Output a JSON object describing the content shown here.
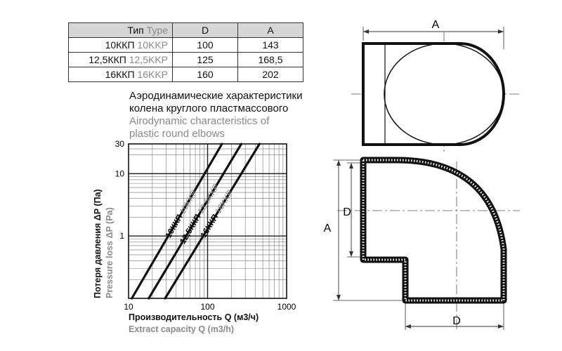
{
  "table": {
    "header": {
      "type_ru": "Тип",
      "type_en": "Type",
      "d": "D",
      "a": "A"
    },
    "rows": [
      {
        "type_ru": "10ККП",
        "type_en": "10KKP",
        "d": "100",
        "a": "143"
      },
      {
        "type_ru": "12,5ККП",
        "type_en": "12,5KKP",
        "d": "125",
        "a": "168,5"
      },
      {
        "type_ru": "16ККП",
        "type_en": "16KKP",
        "d": "160",
        "a": "202"
      }
    ]
  },
  "title": {
    "ru_line1": "Аэродинамические характеристики",
    "ru_line2": "колена круглого пластмассового",
    "en_line1": "Airodynamic characteristics of",
    "en_line2": "plastic round elbows"
  },
  "chart_data": {
    "type": "line",
    "x_scale": "log",
    "y_scale": "log",
    "xlim": [
      10,
      1000
    ],
    "ylim": [
      0.1,
      30
    ],
    "x_ticks": [
      "10",
      "100",
      "1000"
    ],
    "y_ticks": [
      "1",
      "10",
      "30"
    ],
    "xlabel_ru": "Производительность Q (м3/ч)",
    "xlabel_en": "Extract capacity Q (m3/h)",
    "ylabel_ru": "Потеря давления  ΔP (Па)",
    "ylabel_en": "Pressure loss  ΔP (Pa)",
    "grid": true,
    "series": [
      {
        "name": "10ККП",
        "name_en": "10KKP",
        "x": [
          11,
          152
        ],
        "y": [
          0.1,
          30
        ]
      },
      {
        "name": "12,5ККП",
        "name_en": "12,5KKP",
        "x": [
          18,
          267
        ],
        "y": [
          0.1,
          30
        ]
      },
      {
        "name": "16ККП",
        "name_en": "16KKP",
        "x": [
          29,
          454
        ],
        "y": [
          0.1,
          30
        ]
      }
    ]
  },
  "drawing": {
    "dim_a_top": "A",
    "dim_a_left": "A",
    "dim_d_left": "D",
    "dim_d_bottom": "D"
  }
}
